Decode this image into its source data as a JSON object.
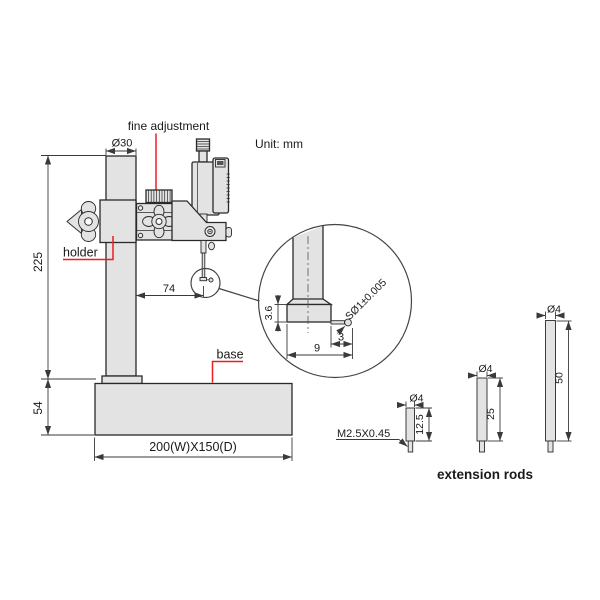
{
  "drawing": {
    "unit_note": "Unit: mm",
    "labels": {
      "fine_adjustment": "fine adjustment",
      "holder": "holder",
      "base": "base"
    },
    "stand": {
      "column_diameter": "Ø30",
      "column_height": "225",
      "base_height": "54",
      "base_size": "200(W)X150(D)",
      "indicator_offset": "74"
    },
    "tip_detail": {
      "flange_height": "3.6",
      "flange_width": "9",
      "ball_offset": "3",
      "ball_spec": "SØ1±0.005"
    },
    "rods": {
      "caption": "extension rods",
      "diameter": "Ø4",
      "thread": "M2.5X0.45",
      "lengths": [
        "12.5",
        "25",
        "50"
      ]
    }
  },
  "colors": {
    "part_fill": "#e3e3e4",
    "outline": "#2a2a2a",
    "dimension_line": "#3a3a3a",
    "leader_red": "#ed1c24",
    "text": "#1a1a1a",
    "white": "#ffffff"
  }
}
